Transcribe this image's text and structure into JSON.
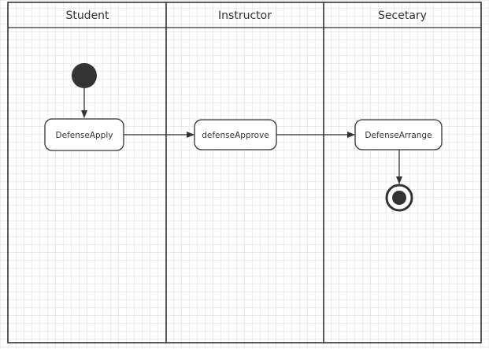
{
  "lanes": [
    "Student",
    "Instructor",
    "Secetary"
  ],
  "actions": {
    "apply": "DefenseApply",
    "approve": "defenseApprove",
    "arrange": "DefenseArrange"
  }
}
